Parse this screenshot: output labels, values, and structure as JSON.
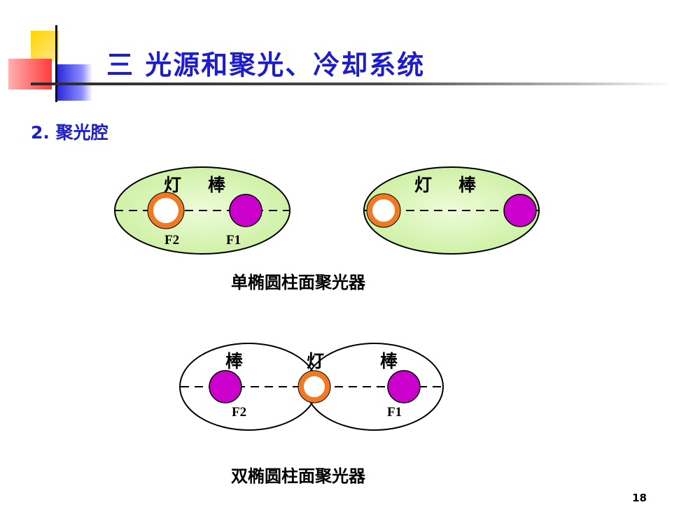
{
  "slide": {
    "title": "三  光源和聚光、冷却系统",
    "section_heading": "2.  聚光腔",
    "page_number": "18"
  },
  "diagram": {
    "single_ellipse": {
      "left": {
        "lamp_label": "灯",
        "rod_label": "棒",
        "focus_lamp": "F2",
        "focus_rod": "F1"
      },
      "right": {
        "lamp_label": "灯",
        "rod_label": "棒"
      },
      "caption": "单椭圆柱面聚光器"
    },
    "double_ellipse": {
      "rod_left_label": "棒",
      "lamp_label": "灯",
      "rod_right_label": "棒",
      "focus_left": "F2",
      "focus_right": "F1",
      "caption": "双椭圆柱面聚光器"
    }
  },
  "colors": {
    "title_blue": "#1d1dcc",
    "cavity_fill": "#d8f5b0",
    "lamp_orange": "#f07a22",
    "rod_magenta": "#cc00cc"
  }
}
